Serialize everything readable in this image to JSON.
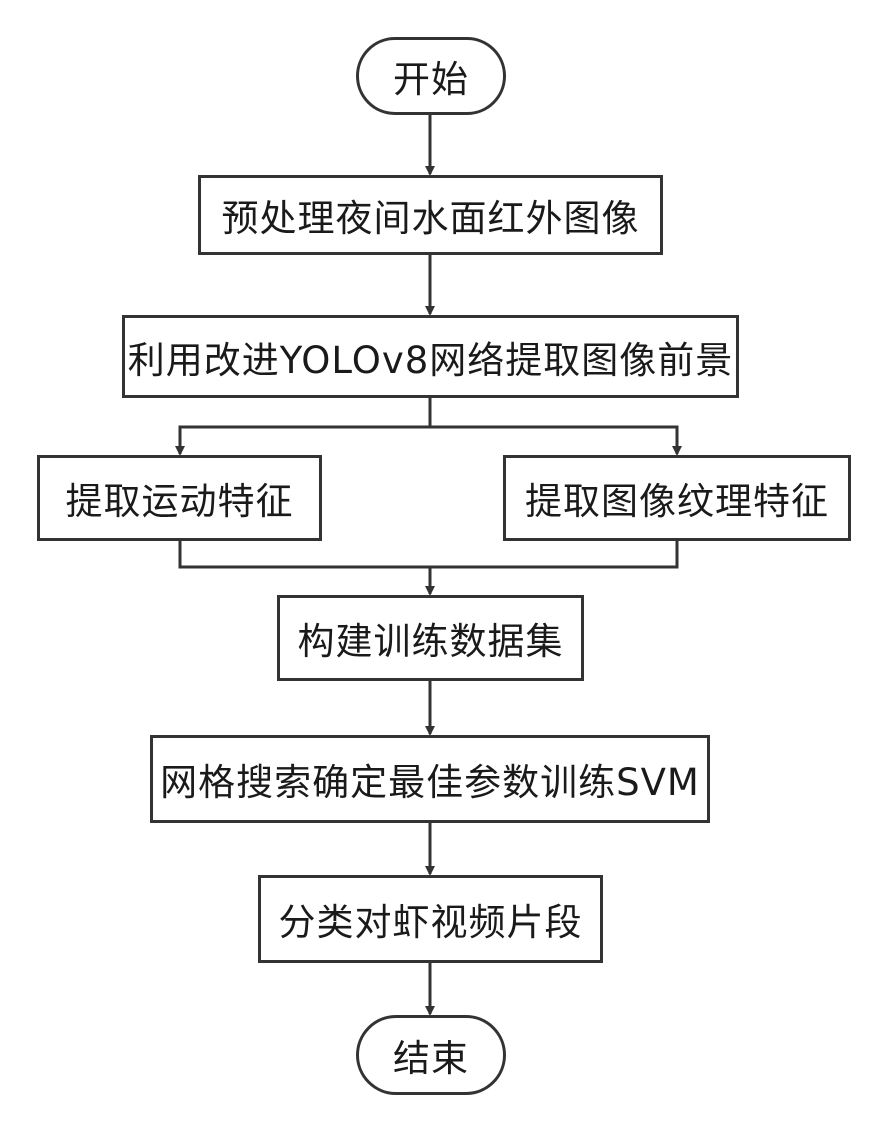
{
  "diagram": {
    "type": "flowchart",
    "line_color": "#333333",
    "nodes": {
      "start": "开始",
      "preprocess": "预处理夜间水面红外图像",
      "foreground": "利用改进YOLOv8网络提取图像前景",
      "motion": "提取运动特征",
      "texture": "提取图像纹理特征",
      "dataset": "构建训练数据集",
      "svm": "网格搜索确定最佳参数训练SVM",
      "classify": "分类对虾视频片段",
      "end": "结束"
    }
  }
}
